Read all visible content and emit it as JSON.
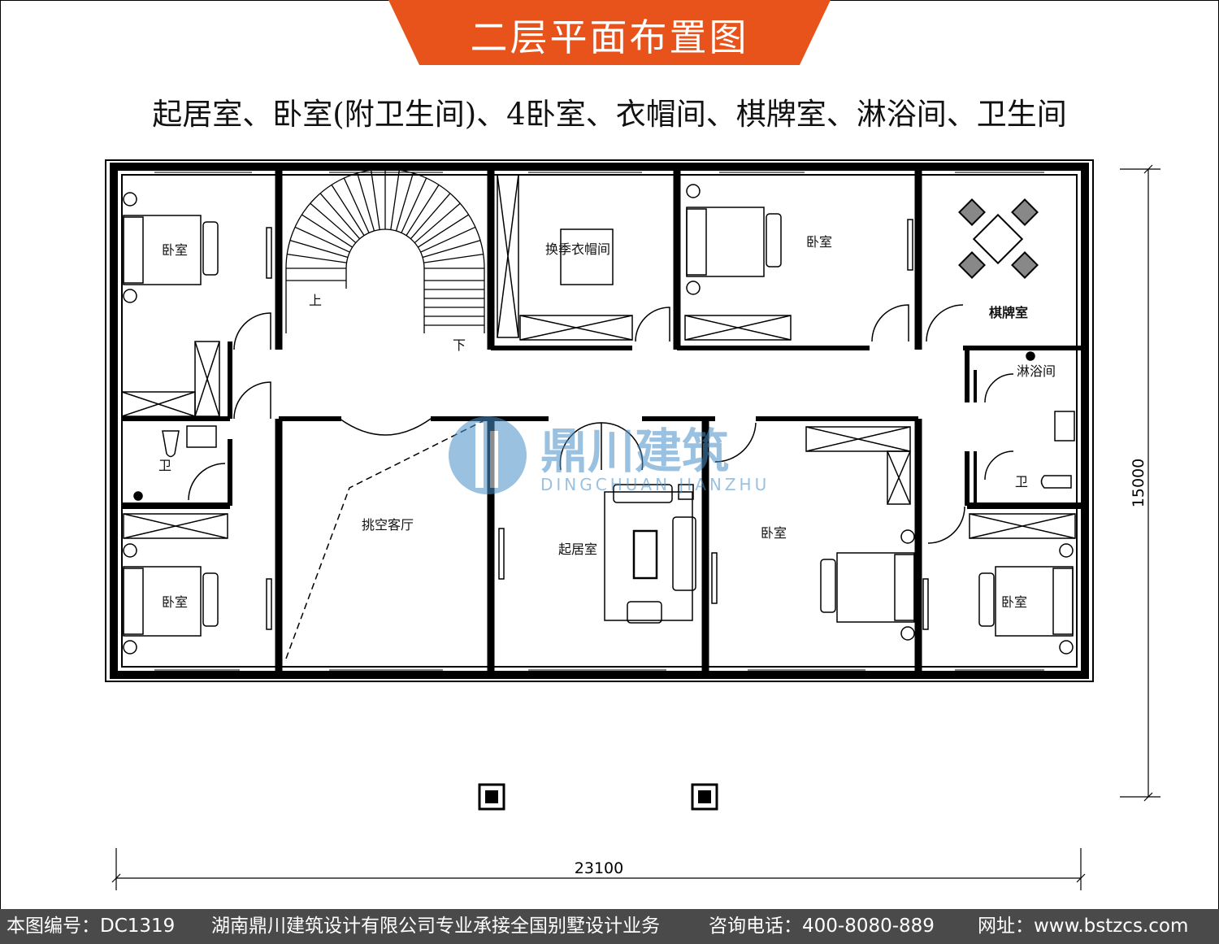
{
  "title": "二层平面布置图",
  "subtitle": "起居室、卧室(附卫生间)、4卧室、衣帽间、棋牌室、淋浴间、卫生间",
  "rooms": {
    "bedroom_top_left": "卧室",
    "wardrobe": "换季衣帽间",
    "bedroom_top_mid": "卧室",
    "chess_room": "棋牌室",
    "shower": "淋浴间",
    "bath_left": "卫",
    "open_living": "挑空客厅",
    "living": "起居室",
    "bedroom_mid": "卧室",
    "bath_right": "卫",
    "bedroom_bottom_left": "卧室",
    "bedroom_bottom_right": "卧室",
    "stair_up": "上",
    "stair_down": "下"
  },
  "dimensions": {
    "width": "23100",
    "depth": "15000"
  },
  "watermark": {
    "cn": "鼎川建筑",
    "en": "DINGCHUAN JIANZHU"
  },
  "footer": {
    "code": "本图编号：DC1319",
    "company": "湖南鼎川建筑设计有限公司专业承接全国别墅设计业务",
    "phone": "咨询电话：400-8080-889",
    "site": "网址：www.bstzcs.com"
  },
  "colors": {
    "banner": "#e8531b",
    "footer": "#4a4a4a",
    "watermark": "#4a90c8"
  }
}
